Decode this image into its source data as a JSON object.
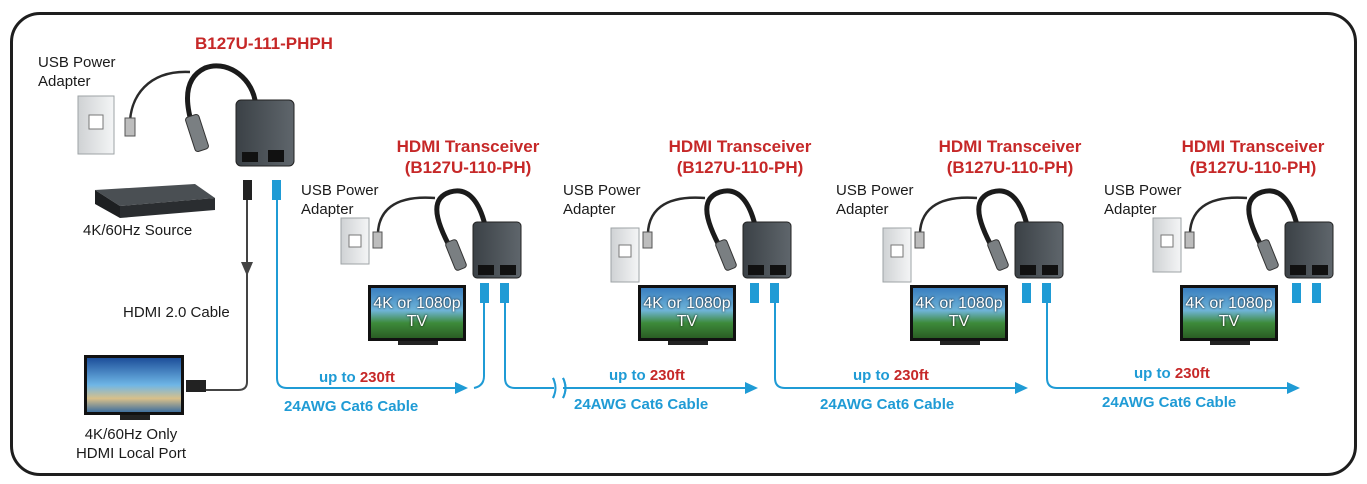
{
  "source": {
    "model": "B127U-111-PHPH",
    "usb_adapter_label": [
      "USB Power",
      "Adapter"
    ],
    "source_label": "4K/60Hz Source",
    "hdmi_cable_label": "HDMI 2.0 Cable",
    "local_port_label": [
      "4K/60Hz Only",
      "HDMI Local Port"
    ]
  },
  "transceivers": [
    {
      "title": "HDMI Transceiver",
      "model": "(B127U-110-PH)",
      "usb_adapter_label": [
        "USB Power",
        "Adapter"
      ],
      "tv_label": [
        "4K or 1080p",
        "TV"
      ]
    },
    {
      "title": "HDMI Transceiver",
      "model": "(B127U-110-PH)",
      "usb_adapter_label": [
        "USB Power",
        "Adapter"
      ],
      "tv_label": [
        "4K or 1080p",
        "TV"
      ]
    },
    {
      "title": "HDMI Transceiver",
      "model": "(B127U-110-PH)",
      "usb_adapter_label": [
        "USB Power",
        "Adapter"
      ],
      "tv_label": [
        "4K or 1080p",
        "TV"
      ]
    },
    {
      "title": "HDMI Transceiver",
      "model": "(B127U-110-PH)",
      "usb_adapter_label": [
        "USB Power",
        "Adapter"
      ],
      "tv_label": [
        "4K or 1080p",
        "TV"
      ]
    }
  ],
  "links": [
    {
      "prefix": "up to",
      "distance": "230ft",
      "cable": "24AWG Cat6 Cable"
    },
    {
      "prefix": "up to",
      "distance": "230ft",
      "cable": "24AWG Cat6 Cable"
    },
    {
      "prefix": "up to",
      "distance": "230ft",
      "cable": "24AWG Cat6 Cable"
    },
    {
      "prefix": "up to",
      "distance": "230ft",
      "cable": "24AWG Cat6 Cable"
    }
  ],
  "colors": {
    "model_red": "#c62828",
    "cable_blue": "#1f9bd5",
    "frame": "#1e1e1e"
  }
}
